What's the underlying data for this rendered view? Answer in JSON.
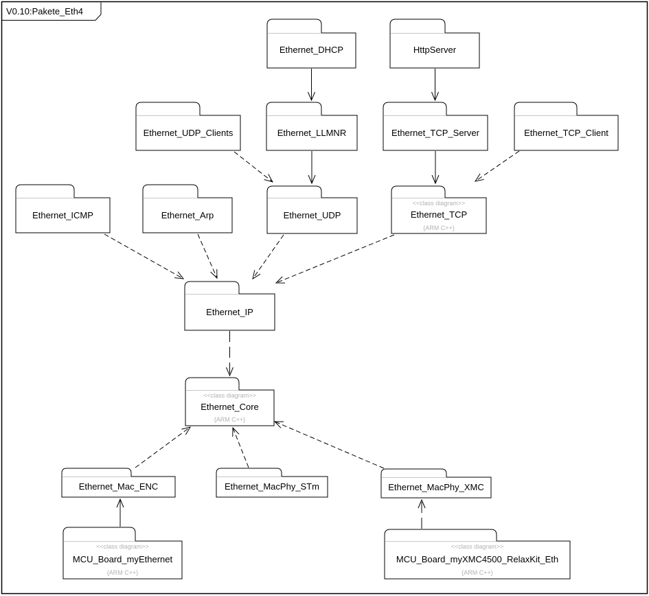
{
  "frame": {
    "title": "V0.10:Pakete_Eth4"
  },
  "labels": {
    "stereotype": "<<class diagram>>",
    "language_tag": "{ARM C++}"
  },
  "colors": {
    "line": "#000000",
    "muted_text": "#b2b2b2",
    "tab_divider": "#c6c6c6",
    "background": "#ffffff"
  },
  "packages": [
    {
      "name": "Ethernet_DHCP",
      "stereotype": "",
      "tag": ""
    },
    {
      "name": "HttpServer",
      "stereotype": "",
      "tag": ""
    },
    {
      "name": "Ethernet_UDP_Clients",
      "stereotype": "",
      "tag": ""
    },
    {
      "name": "Ethernet_LLMNR",
      "stereotype": "",
      "tag": ""
    },
    {
      "name": "Ethernet_TCP_Server",
      "stereotype": "",
      "tag": ""
    },
    {
      "name": "Ethernet_TCP_Client",
      "stereotype": "",
      "tag": ""
    },
    {
      "name": "Ethernet_ICMP",
      "stereotype": "",
      "tag": ""
    },
    {
      "name": "Ethernet_Arp",
      "stereotype": "",
      "tag": ""
    },
    {
      "name": "Ethernet_UDP",
      "stereotype": "",
      "tag": ""
    },
    {
      "name": "Ethernet_TCP",
      "stereotype": "<<class diagram>>",
      "tag": "{ARM C++}"
    },
    {
      "name": "Ethernet_IP",
      "stereotype": "",
      "tag": ""
    },
    {
      "name": "Ethernet_Core",
      "stereotype": "<<class diagram>>",
      "tag": "{ARM C++}"
    },
    {
      "name": "Ethernet_Mac_ENC",
      "stereotype": "",
      "tag": ""
    },
    {
      "name": "Ethernet_MacPhy_STm",
      "stereotype": "",
      "tag": ""
    },
    {
      "name": "Ethernet_MacPhy_XMC",
      "stereotype": "",
      "tag": ""
    },
    {
      "name": "MCU_Board_myEthernet",
      "stereotype": "<<class diagram>>",
      "tag": "{ARM C++}"
    },
    {
      "name": "MCU_Board_myXMC4500_RelaxKit_Eth",
      "stereotype": "<<class diagram>>",
      "tag": "{ARM C++}"
    }
  ],
  "dependencies": [
    {
      "from": "Ethernet_DHCP",
      "to": "Ethernet_LLMNR",
      "style": "solid"
    },
    {
      "from": "HttpServer",
      "to": "Ethernet_TCP_Server",
      "style": "solid"
    },
    {
      "from": "Ethernet_LLMNR",
      "to": "Ethernet_UDP",
      "style": "solid"
    },
    {
      "from": "Ethernet_TCP_Server",
      "to": "Ethernet_TCP",
      "style": "solid"
    },
    {
      "from": "Ethernet_UDP_Clients",
      "to": "Ethernet_UDP",
      "style": "dashed"
    },
    {
      "from": "Ethernet_TCP_Client",
      "to": "Ethernet_TCP",
      "style": "dashed"
    },
    {
      "from": "Ethernet_ICMP",
      "to": "Ethernet_IP",
      "style": "dashed"
    },
    {
      "from": "Ethernet_Arp",
      "to": "Ethernet_IP",
      "style": "dashed"
    },
    {
      "from": "Ethernet_UDP",
      "to": "Ethernet_IP",
      "style": "dashed"
    },
    {
      "from": "Ethernet_TCP",
      "to": "Ethernet_IP",
      "style": "dashed"
    },
    {
      "from": "Ethernet_IP",
      "to": "Ethernet_Core",
      "style": "dashed"
    },
    {
      "from": "Ethernet_Mac_ENC",
      "to": "Ethernet_Core",
      "style": "dashed"
    },
    {
      "from": "Ethernet_MacPhy_STm",
      "to": "Ethernet_Core",
      "style": "dashed"
    },
    {
      "from": "Ethernet_MacPhy_XMC",
      "to": "Ethernet_Core",
      "style": "dashed"
    },
    {
      "from": "MCU_Board_myEthernet",
      "to": "Ethernet_Mac_ENC",
      "style": "solid"
    },
    {
      "from": "MCU_Board_myXMC4500_RelaxKit_Eth",
      "to": "Ethernet_MacPhy_XMC",
      "style": "dashed"
    }
  ]
}
